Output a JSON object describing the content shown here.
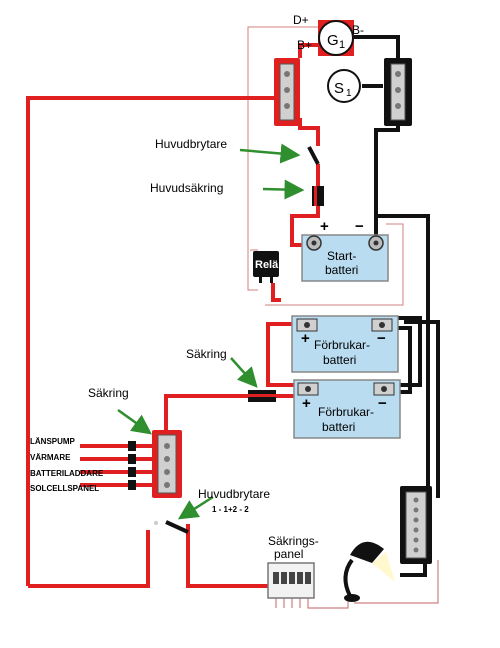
{
  "colors": {
    "red": "#e02020",
    "black": "#111111",
    "green": "#2f8f2f",
    "battery": "#b9dcf0",
    "thin": "#d08080"
  },
  "generator": {
    "symbol": "G",
    "subscript": "1",
    "d_plus": "D+",
    "b_plus": "B+",
    "b_minus": "B-"
  },
  "starter": {
    "symbol": "S",
    "subscript": "1"
  },
  "labels": {
    "main_switch_top": "Huvudbrytare",
    "main_fuse": "Huvudsäkring",
    "fuse_mid": "Säkring",
    "fuse_left": "Säkring",
    "main_switch_bottom": "Huvudbrytare",
    "switch_positions": "1 - 1+2 - 2",
    "relay": "Relä",
    "fuse_panel_line1": "Säkrings-",
    "fuse_panel_line2": "panel"
  },
  "batteries": {
    "start": {
      "line1": "Start-",
      "line2": "batteri",
      "plus": "+",
      "minus": "−"
    },
    "consumer1": {
      "line1": "Förbrukar-",
      "line2": "batteri",
      "plus": "+",
      "minus": "−"
    },
    "consumer2": {
      "line1": "Förbrukar-",
      "line2": "batteri",
      "plus": "+",
      "minus": "−"
    }
  },
  "consumers": [
    "LÄNSPUMP",
    "VÄRMARE",
    "BATTERILADDARE",
    "SOLCELLSPANEL"
  ]
}
